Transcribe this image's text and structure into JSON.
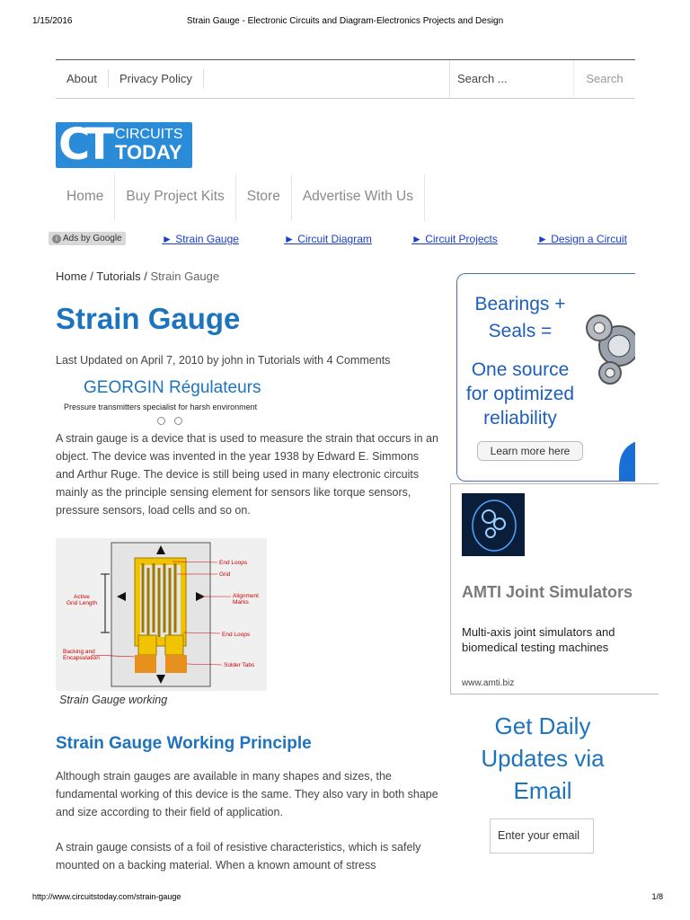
{
  "print_header": {
    "date": "1/15/2016",
    "title": "Strain Gauge - Electronic Circuits and Diagram-Electronics Projects and Design"
  },
  "print_footer": {
    "url": "http://www.circuitstoday.com/strain-gauge",
    "page": "1/8"
  },
  "topnav": [
    {
      "label": "About"
    },
    {
      "label": "Privacy Policy"
    }
  ],
  "search": {
    "placeholder": "Search ...",
    "button": "Search"
  },
  "logo": {
    "letters": "CT",
    "line1": "CIRCUITS",
    "line2": "TODAY"
  },
  "mainnav": [
    {
      "label": "Home"
    },
    {
      "label": "Buy Project Kits"
    },
    {
      "label": "Store"
    },
    {
      "label": "Advertise With Us"
    }
  ],
  "ads_bar": {
    "badge": "Ads by Google",
    "links": [
      {
        "label": "► Strain Gauge"
      },
      {
        "label": "► Circuit Diagram"
      },
      {
        "label": "► Circuit Projects"
      },
      {
        "label": "► Design a Circuit"
      }
    ]
  },
  "breadcrumb": {
    "home": "Home",
    "sep": " / ",
    "section": "Tutorials",
    "current": "Strain Gauge"
  },
  "article": {
    "title": "Strain Gauge",
    "meta": "Last Updated on April 7, 2010 by john in Tutorials with 4 Comments",
    "text_ad": {
      "title": "GEORGIN Régulateurs",
      "subtitle": "Pressure transmitters specialist for harsh environment"
    },
    "para1": "A strain gauge is a device that is used to measure the strain that occurs in an object. The device was invented in the year 1938 by Edward E. Simmons and Arthur Ruge. The device is still being used in many electronic circuits mainly as the principle sensing element for sensors like torque sensors, pressure sensors, load cells and so on.",
    "figure": {
      "labels": {
        "end_loops_top": "End Loops",
        "grid": "Grid",
        "alignment": "Alignment",
        "marks": "Marks",
        "active": "Active",
        "grid_length": "Grid Length",
        "end_loops_bottom": "End Loops",
        "backing": "Backing and",
        "encapsulation": "Encapsulation",
        "solder_tabs": "Solder Tabs"
      }
    },
    "caption": "Strain Gauge working",
    "heading2": "Strain Gauge Working Principle",
    "para2": "Although strain gauges are available in many shapes and sizes, the fundamental working of this device is the same. They also vary in both shape and size according to their field of application.",
    "para3": "A strain gauge consists of a foil of resistive characteristics, which is safely mounted on a backing material. When a known amount of stress"
  },
  "sidebar": {
    "ad1": {
      "line1": "Bearings +",
      "line2": "Seals =",
      "line3": "One source",
      "line4": "for optimized",
      "line5": "reliability",
      "button": "Learn more here"
    },
    "ad2": {
      "title": "AMTI Joint Simulators",
      "body": "Multi-axis joint simulators and biomedical testing machines",
      "url": "www.amti.biz"
    },
    "subscribe": {
      "heading": "Get Daily Updates via Email",
      "placeholder": "Enter your email"
    }
  },
  "colors": {
    "link_blue": "#1e73be",
    "ad_link": "#1a3dc8",
    "logo_blue": "#2a8bd9",
    "solder_orange": "#e8901e",
    "foil_yellow": "#f2c300"
  }
}
